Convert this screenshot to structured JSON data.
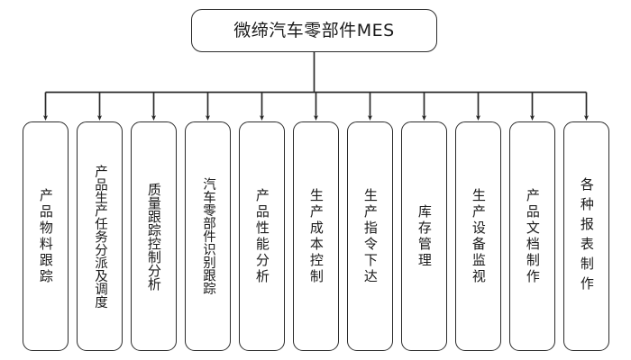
{
  "diagram": {
    "type": "organizational-tree",
    "orientation": "top-down",
    "background_color": "#ffffff",
    "line_color": "#2b2b2b",
    "root": {
      "label": "微缔汽车零部件MES"
    },
    "children": [
      {
        "label": "产品物料跟踪",
        "chars": 6,
        "spacing": "loose-sm"
      },
      {
        "label": "产品生产任务分派及调度",
        "chars": 11,
        "spacing": "dense"
      },
      {
        "label": "质量跟踪控制分析",
        "chars": 8,
        "spacing": "normal"
      },
      {
        "label": "汽车零部件识别跟踪",
        "chars": 9,
        "spacing": "dense"
      },
      {
        "label": "产品性能分析",
        "chars": 6,
        "spacing": "loose-sm"
      },
      {
        "label": "生产成本控制",
        "chars": 6,
        "spacing": "loose-sm"
      },
      {
        "label": "生产指令下达",
        "chars": 6,
        "spacing": "loose-sm"
      },
      {
        "label": "库存管理",
        "chars": 4,
        "spacing": "loose-sm"
      },
      {
        "label": "生产设备监视",
        "chars": 6,
        "spacing": "loose-sm"
      },
      {
        "label": "产品文档制作",
        "chars": 6,
        "spacing": "loose-sm"
      },
      {
        "label": "各种报表制作",
        "chars": 6,
        "spacing": "loose"
      }
    ]
  }
}
